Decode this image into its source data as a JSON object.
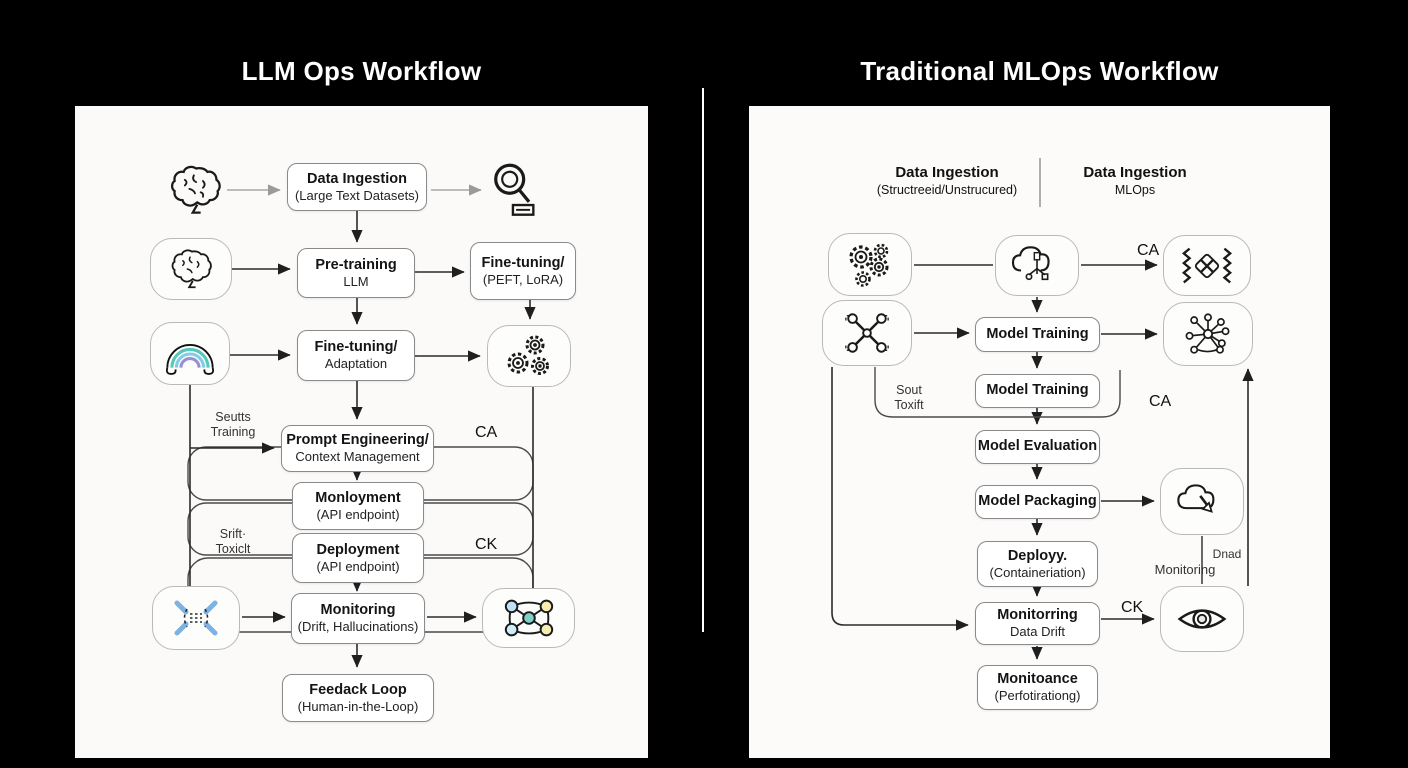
{
  "left": {
    "title": "LLM Ops Workflow",
    "nodes": {
      "data_ingestion": {
        "line1": "Data Ingestion",
        "line2": "(Large Text Datasets)"
      },
      "pre_training": {
        "line1": "Pre-training",
        "line2": "LLM"
      },
      "peft": {
        "line1": "Fine-tuning/",
        "line2": "(PEFT, LoRA)"
      },
      "fine_tuning": {
        "line1": "Fine-tuning/",
        "line2": "Adaptation"
      },
      "prompt_eng": {
        "line1": "Prompt Engineering/",
        "line2": "Context Management"
      },
      "monloyment": {
        "line1": "Monloyment",
        "line2": "(API endpoint)"
      },
      "deployment": {
        "line1": "Deployment",
        "line2": "(API endpoint)"
      },
      "monitoring": {
        "line1": "Monitoring",
        "line2": "(Drift, Hallucinations)"
      },
      "feedback": {
        "line1": "Feedack Loop",
        "line2": "(Human-in-the-Loop)"
      }
    },
    "labels": {
      "sauts": {
        "line1": "Seutts",
        "line2": "Training"
      },
      "srift": {
        "line1": "Srift·",
        "line2": "Toxiclt"
      },
      "ca": "CA",
      "ck": "CK"
    },
    "icons": [
      "brain-icon",
      "search-document-icon",
      "brain-box-icon",
      "rainbow-icon",
      "gears-icon",
      "prune-arrows-icon",
      "colored-network-icon"
    ]
  },
  "right": {
    "title": "Traditional MLOps Workflow",
    "header": {
      "left_line1": "Data Ingestion",
      "left_line2": "(Structreeid/Unstrucured)",
      "right_line1": "Data Ingestion",
      "right_line2": "MLOps"
    },
    "nodes": {
      "model_training_1": {
        "line1": "Model Training"
      },
      "model_training_2": {
        "line1": "Model Training"
      },
      "model_evaluation": {
        "line1": "Model Evaluation"
      },
      "model_packaging": {
        "line1": "Model Packaging"
      },
      "deploy": {
        "line1": "Deployy.",
        "line2": "(Containeriation)"
      },
      "monitoring": {
        "line1": "Monitorring",
        "line2": "Data Drift"
      },
      "maintenance": {
        "line1": "Monitoance",
        "line2": "(Perfotirationg)"
      }
    },
    "labels": {
      "ca1": "CA",
      "ca2": "CA",
      "ck": "CK",
      "sout": {
        "line1": "Sout",
        "line2": "Toxift"
      },
      "dnad": "Dnad",
      "monitoring_side": "Monitoring"
    },
    "icons": [
      "gears-icon",
      "cloud-pipeline-icon",
      "model-frame-icon",
      "x-network-icon",
      "star-network-icon",
      "cloud-deploy-icon",
      "eye-icon"
    ]
  }
}
